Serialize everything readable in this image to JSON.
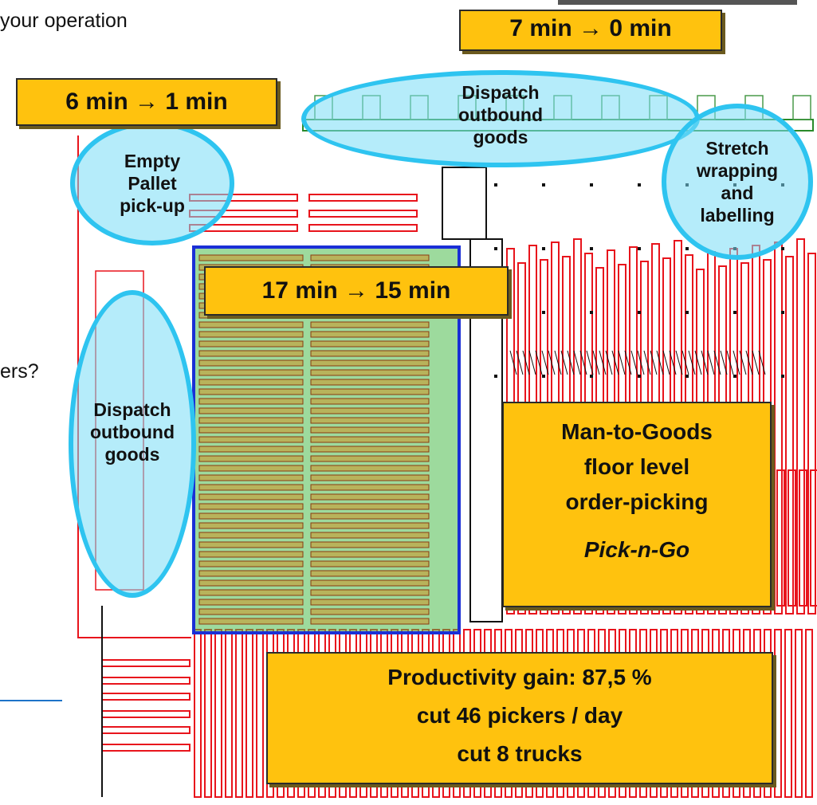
{
  "fragments": {
    "top_left": "your operation",
    "mid_left": "ers?"
  },
  "time_boxes": {
    "dispatch_top": "7 min → 0 min",
    "empty_pallet": "6 min → 1 min",
    "pick_zone": "17 min → 15 min"
  },
  "areas": {
    "dispatch_top": [
      "Dispatch",
      "outbound",
      "goods"
    ],
    "stretch": [
      "Stretch",
      "wrapping",
      "and",
      "labelling"
    ],
    "empty_pallet": [
      "Empty",
      "Pallet",
      "pick-up"
    ],
    "dispatch_left": [
      "Dispatch",
      "outbound",
      "goods"
    ]
  },
  "man_to_goods": {
    "lines": [
      "Man-to-Goods",
      "floor level",
      "order-picking"
    ],
    "name": "Pick-n-Go"
  },
  "productivity": {
    "lines": [
      "Productivity gain: 87,5 %",
      "cut 46 pickers / day",
      "cut 8 trucks"
    ]
  },
  "colors": {
    "rack_red": "#e8141c",
    "highlight_zone": "#4dbb4d",
    "zone_border": "#1a2fd6",
    "box_fill": "#ffc20e",
    "ellipse_border": "#2ec4f0"
  }
}
